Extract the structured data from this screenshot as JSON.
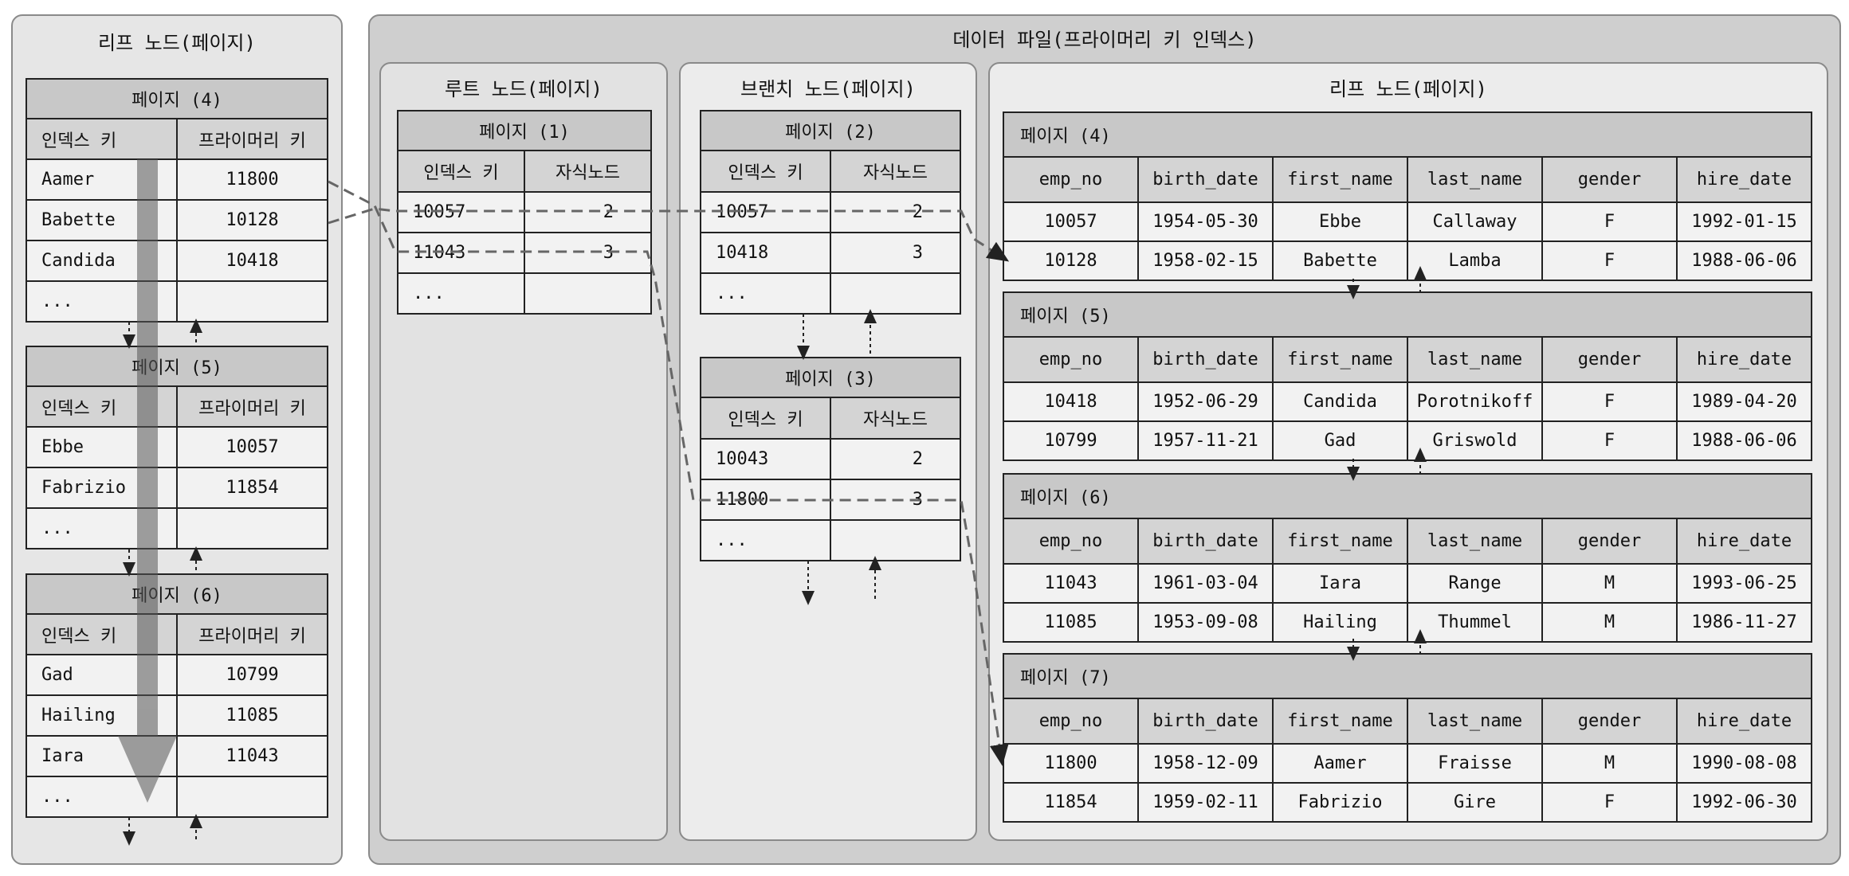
{
  "left_leaf": {
    "title": "리프 노드(페이지)",
    "header": [
      "인덱스 키",
      "프라이머리 키"
    ],
    "pages": [
      {
        "label": "페이지 (4)",
        "rows": [
          [
            "Aamer",
            "11800"
          ],
          [
            "Babette",
            "10128"
          ],
          [
            "Candida",
            "10418"
          ],
          [
            "...",
            ""
          ]
        ]
      },
      {
        "label": "페이지 (5)",
        "rows": [
          [
            "Ebbe",
            "10057"
          ],
          [
            "Fabrizio",
            "11854"
          ],
          [
            "...",
            ""
          ]
        ]
      },
      {
        "label": "페이지 (6)",
        "rows": [
          [
            "Gad",
            "10799"
          ],
          [
            "Hailing",
            "11085"
          ],
          [
            "Iara",
            "11043"
          ],
          [
            "...",
            ""
          ]
        ]
      }
    ]
  },
  "data_file": {
    "title": "데이터 파일(프라이머리 키 인덱스)",
    "root": {
      "title": "루트 노드(페이지)",
      "page": {
        "label": "페이지 (1)",
        "header": [
          "인덱스 키",
          "자식노드"
        ],
        "rows": [
          [
            "10057",
            "2"
          ],
          [
            "11043",
            "3"
          ],
          [
            "...",
            ""
          ]
        ]
      }
    },
    "branch": {
      "title": "브랜치 노드(페이지)",
      "pages": [
        {
          "label": "페이지 (2)",
          "header": [
            "인덱스 키",
            "자식노드"
          ],
          "rows": [
            [
              "10057",
              "2"
            ],
            [
              "10418",
              "3"
            ],
            [
              "...",
              ""
            ]
          ]
        },
        {
          "label": "페이지 (3)",
          "header": [
            "인덱스 키",
            "자식노드"
          ],
          "rows": [
            [
              "10043",
              "2"
            ],
            [
              "11800",
              "3"
            ],
            [
              "...",
              ""
            ]
          ]
        }
      ]
    },
    "leaf": {
      "title": "리프 노드(페이지)",
      "columns": [
        "emp_no",
        "birth_date",
        "first_name",
        "last_name",
        "gender",
        "hire_date"
      ],
      "pages": [
        {
          "label": "페이지 (4)",
          "rows": [
            [
              "10057",
              "1954-05-30",
              "Ebbe",
              "Callaway",
              "F",
              "1992-01-15"
            ],
            [
              "10128",
              "1958-02-15",
              "Babette",
              "Lamba",
              "F",
              "1988-06-06"
            ]
          ]
        },
        {
          "label": "페이지 (5)",
          "rows": [
            [
              "10418",
              "1952-06-29",
              "Candida",
              "Porotnikoff",
              "F",
              "1989-04-20"
            ],
            [
              "10799",
              "1957-11-21",
              "Gad",
              "Griswold",
              "F",
              "1988-06-06"
            ]
          ]
        },
        {
          "label": "페이지 (6)",
          "rows": [
            [
              "11043",
              "1961-03-04",
              "Iara",
              "Range",
              "M",
              "1993-06-25"
            ],
            [
              "11085",
              "1953-09-08",
              "Hailing",
              "Thummel",
              "M",
              "1986-11-27"
            ]
          ]
        },
        {
          "label": "페이지 (7)",
          "rows": [
            [
              "11800",
              "1958-12-09",
              "Aamer",
              "Fraisse",
              "M",
              "1990-08-08"
            ],
            [
              "11854",
              "1959-02-11",
              "Fabrizio",
              "Gire",
              "F",
              "1992-06-30"
            ]
          ]
        }
      ]
    }
  }
}
